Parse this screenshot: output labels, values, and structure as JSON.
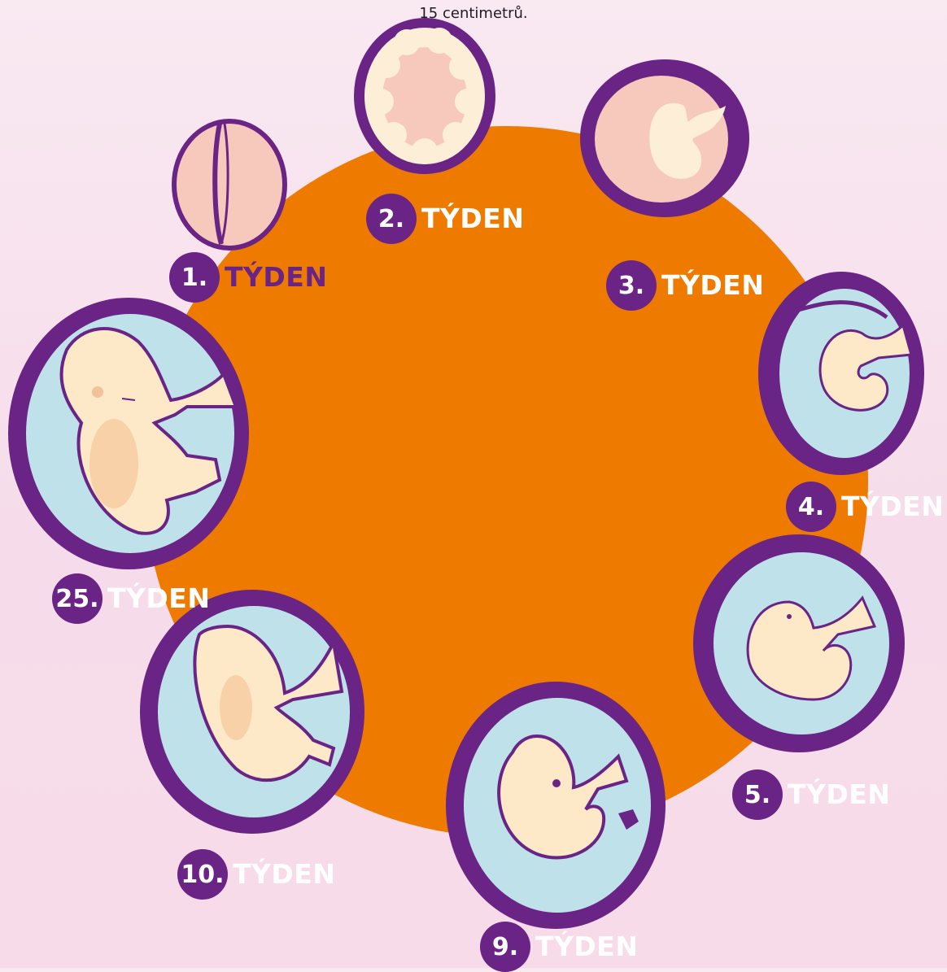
{
  "caption": "15 centimetrů.",
  "colors": {
    "background": "#f8e2ee",
    "center_disc": "#ee7b00",
    "sac_ring": "#6a2485",
    "amniotic_fluid": "#bfe2ea",
    "embryo_skin": "#fde8c8",
    "early_embryo": "#f7c9bd",
    "label_badge": "#6a2485",
    "label_text": "#ffffff"
  },
  "stages": [
    {
      "number": "1.",
      "label": "TÝDEN",
      "icon": "two-cell-embryo-icon"
    },
    {
      "number": "2.",
      "label": "TÝDEN",
      "icon": "blastocyst-icon"
    },
    {
      "number": "3.",
      "label": "TÝDEN",
      "icon": "early-embryo-icon"
    },
    {
      "number": "4.",
      "label": "TÝDEN",
      "icon": "curled-embryo-icon"
    },
    {
      "number": "5.",
      "label": "TÝDEN",
      "icon": "embryo-with-cord-icon"
    },
    {
      "number": "9.",
      "label": "TÝDEN",
      "icon": "fetus-week-9-icon"
    },
    {
      "number": "10.",
      "label": "TÝDEN",
      "icon": "fetus-week-10-icon"
    },
    {
      "number": "25.",
      "label": "TÝDEN",
      "icon": "fetus-week-25-icon"
    }
  ]
}
